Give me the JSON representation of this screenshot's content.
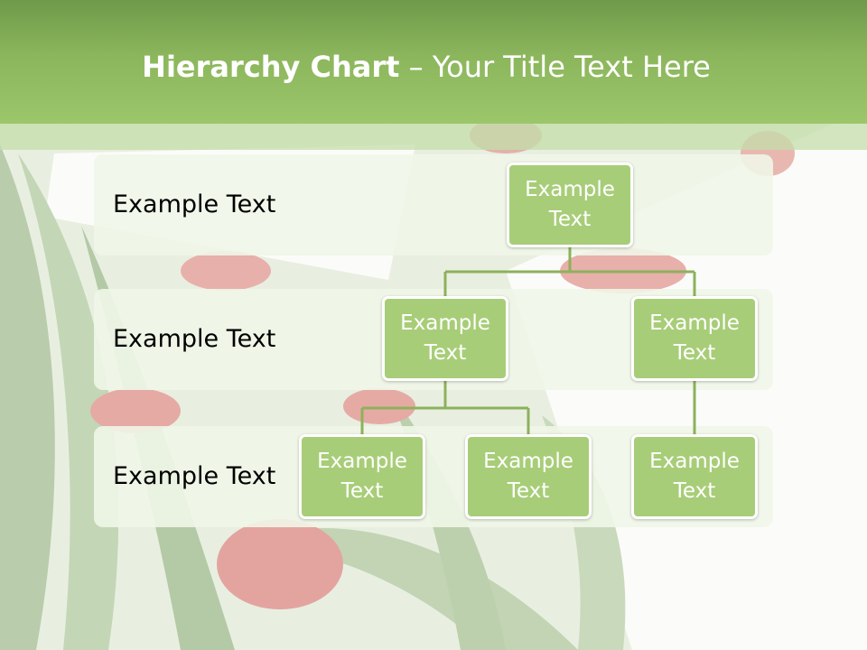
{
  "slide": {
    "title_bold": "Hierarchy Chart",
    "title_dash": " – ",
    "title_rest": "Your Title Text Here"
  },
  "levels": [
    {
      "label": "Example Text"
    },
    {
      "label": "Example Text"
    },
    {
      "label": "Example Text"
    }
  ],
  "nodes": [
    {
      "text": "Example Text"
    },
    {
      "text": "Example Text"
    },
    {
      "text": "Example Text"
    },
    {
      "text": "Example Text"
    },
    {
      "text": "Example Text"
    },
    {
      "text": "Example Text"
    }
  ],
  "colors": {
    "header": "#8cb65c",
    "node_fill": "#a8cd78",
    "connector": "#8db15c"
  }
}
